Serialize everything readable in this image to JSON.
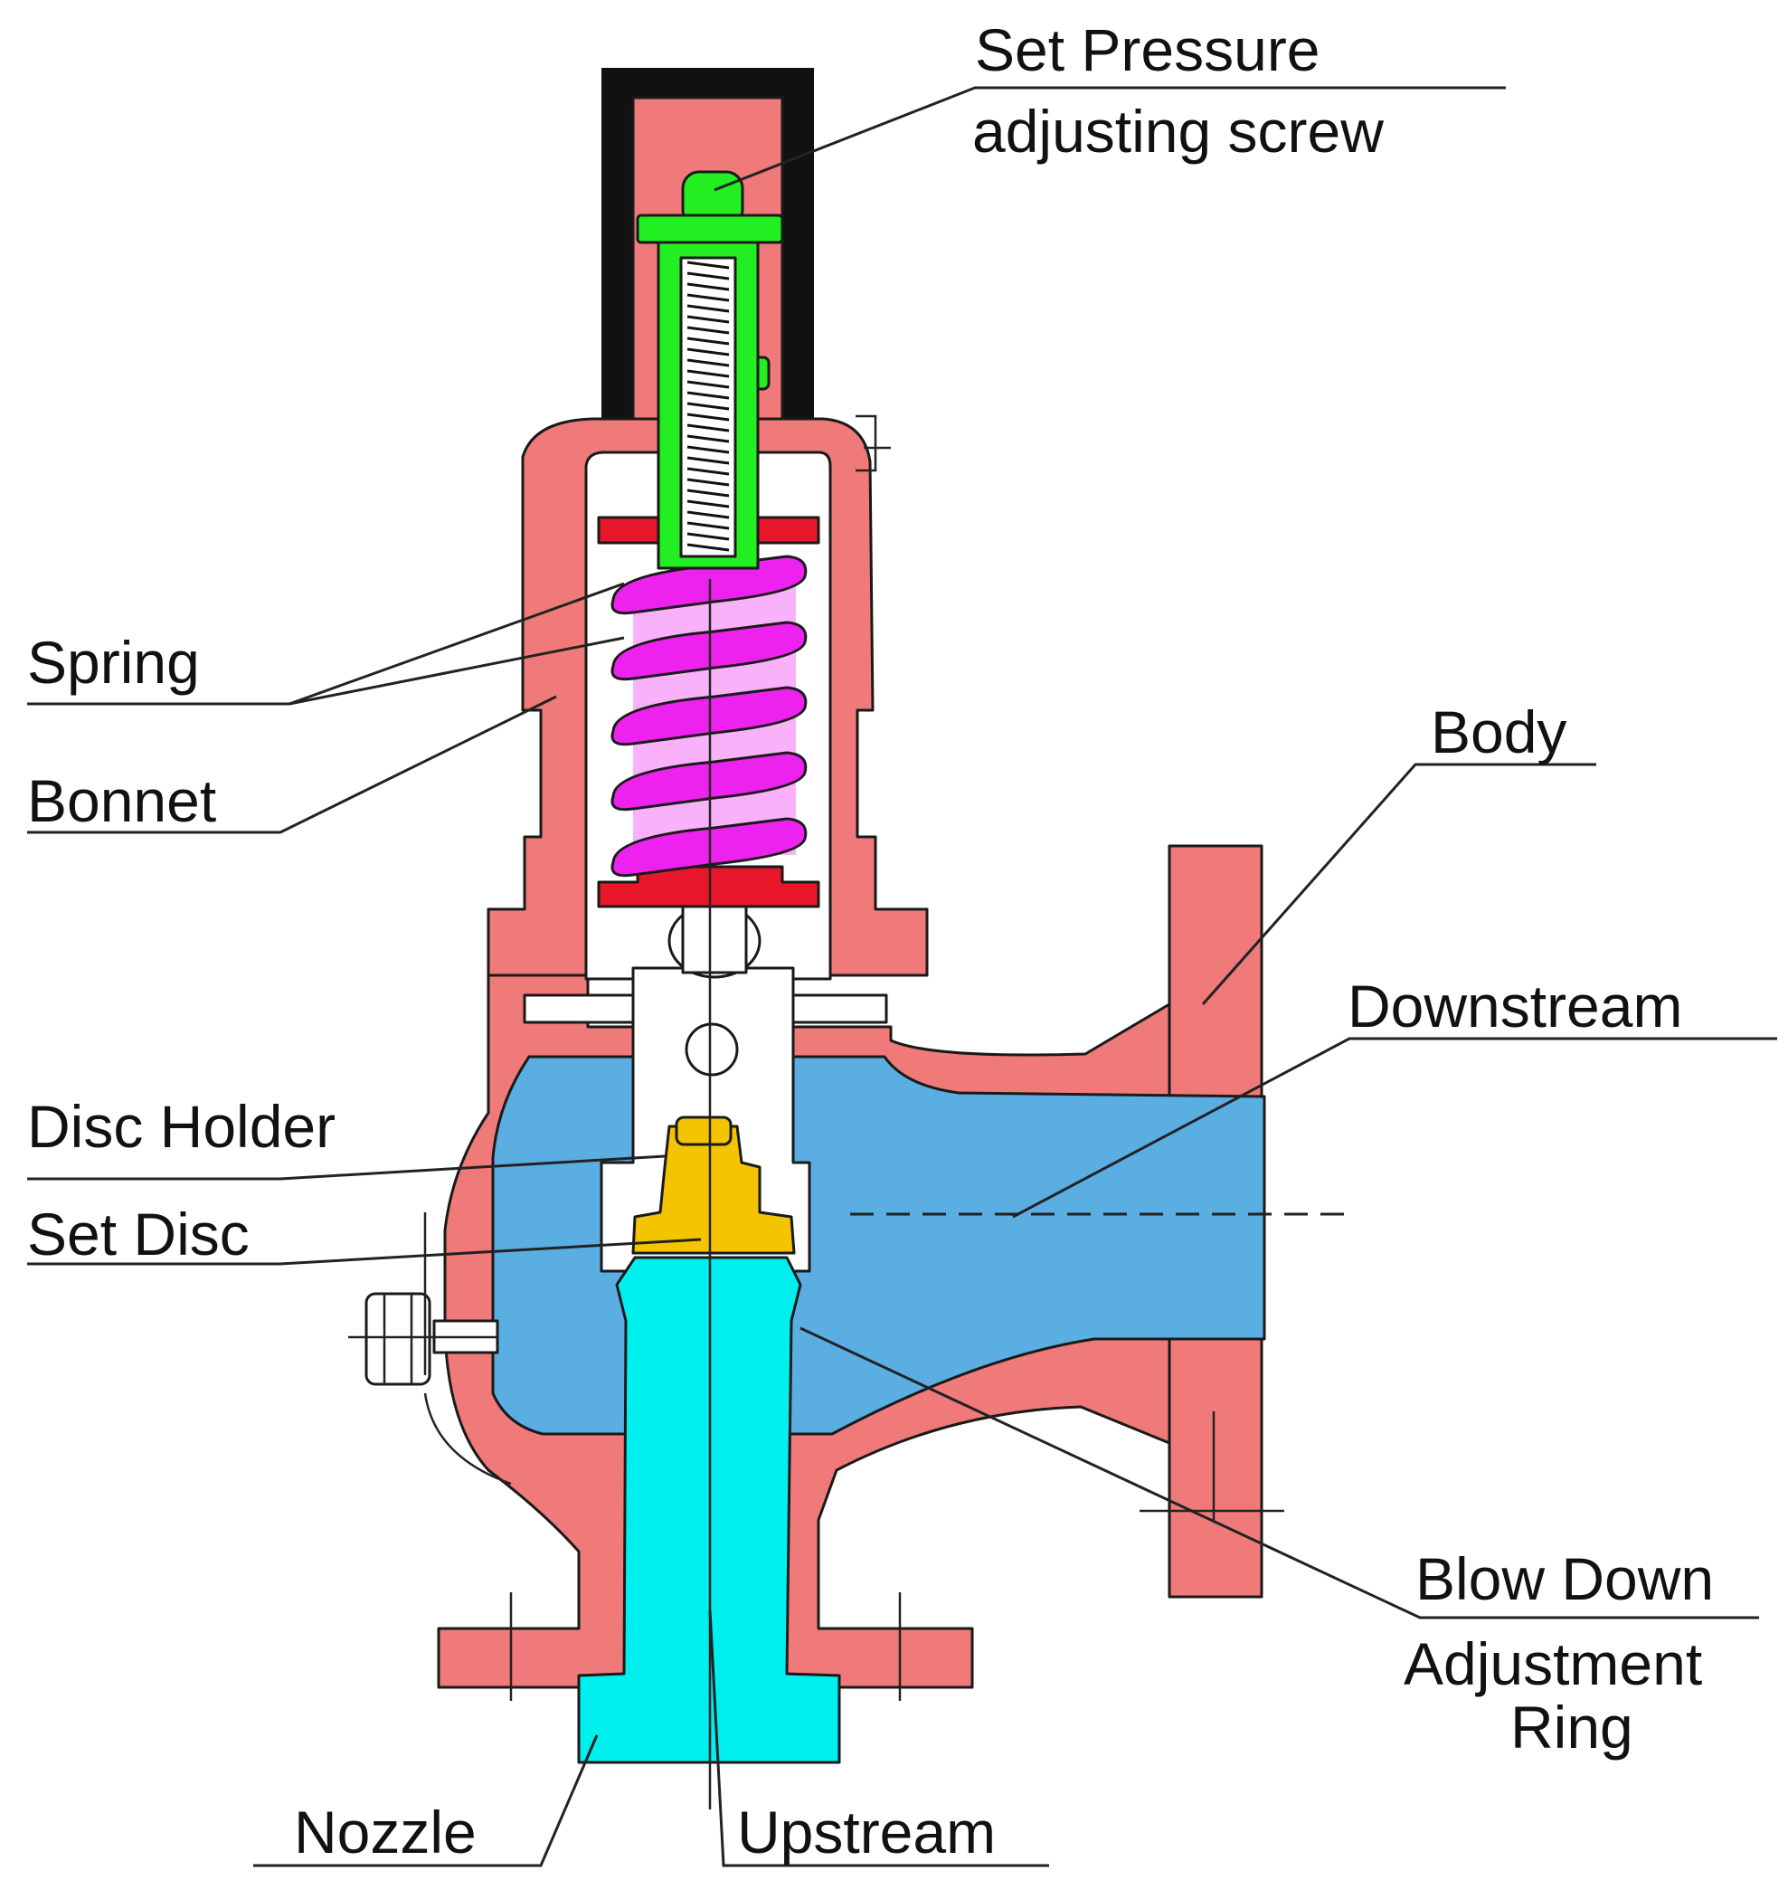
{
  "colors": {
    "body": "#f07a7a",
    "cap": "#111111",
    "downstream": "#5aaee2",
    "nozzle": "#00f0f0",
    "spring": "#ee22ee",
    "spring_washer": "#e8162a",
    "set_pressure_screw": "#22ee22",
    "set_disc": "#f5c400",
    "line": "#222222",
    "background": "#ffffff"
  },
  "labels": {
    "set_pressure_line1": "Set Pressure",
    "set_pressure_line2": "adjusting screw",
    "spring": "Spring",
    "bonnet": "Bonnet",
    "body": "Body",
    "downstream": "Downstream",
    "disc_holder": "Disc Holder",
    "set_disc": "Set Disc",
    "blow_down_line1": "Blow Down",
    "blow_down_line2": "Adjustment",
    "blow_down_line3": "Ring",
    "nozzle": "Nozzle",
    "upstream": "Upstream"
  }
}
